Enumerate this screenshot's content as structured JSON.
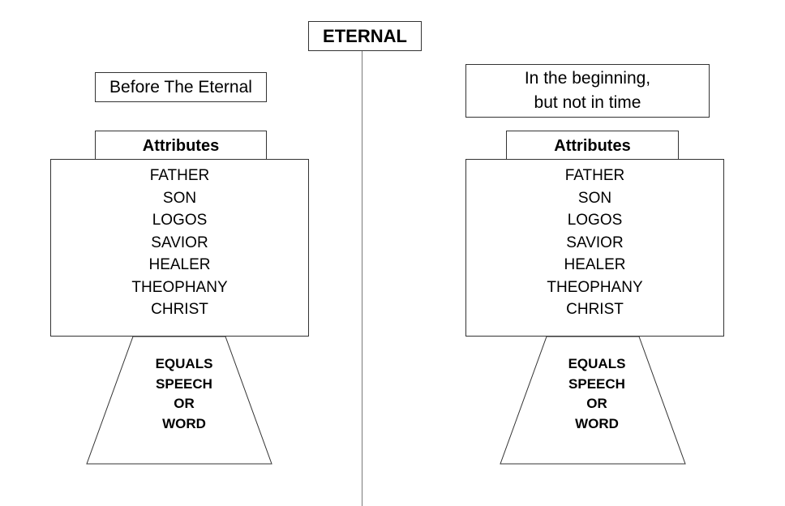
{
  "center": {
    "title": "ETERNAL"
  },
  "left": {
    "heading": "Before The Eternal",
    "attributes_title": "Attributes",
    "attributes": [
      "FATHER",
      "SON",
      "LOGOS",
      "SAVIOR",
      "HEALER",
      "THEOPHANY",
      "CHRIST"
    ],
    "equals_lines": [
      "EQUALS",
      "SPEECH",
      "OR",
      "WORD"
    ]
  },
  "right": {
    "heading_lines": [
      "In the beginning,",
      "but not in time"
    ],
    "attributes_title": "Attributes",
    "attributes": [
      "FATHER",
      "SON",
      "LOGOS",
      "SAVIOR",
      "HEALER",
      "THEOPHANY",
      "CHRIST"
    ],
    "equals_lines": [
      "EQUALS",
      "SPEECH",
      "OR",
      "WORD"
    ]
  }
}
